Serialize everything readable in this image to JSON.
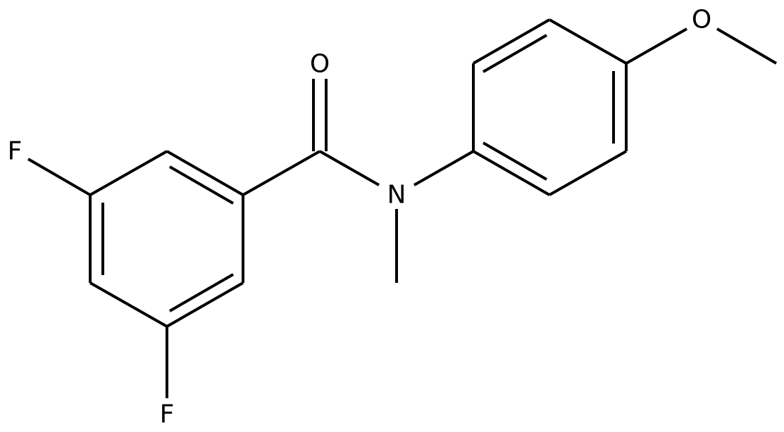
{
  "atoms": {
    "fluorine_top": "F",
    "fluorine_bottom": "F",
    "carbonyl_oxygen": "O",
    "amide_nitrogen": "N",
    "methoxy_oxygen": "O"
  },
  "colors": {
    "bond": "#000000",
    "label": "#000000",
    "background": "#ffffff"
  }
}
